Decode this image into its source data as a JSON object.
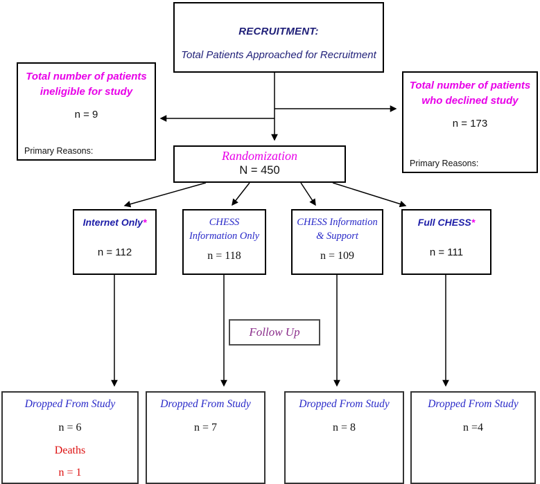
{
  "colors": {
    "navy_text": "#1f1f78",
    "magenta_text": "#e800e8",
    "blue_sans_text": "#1e1ea8",
    "blue_serif_text": "#2828c8",
    "purple_text": "#8b2e8b",
    "red_text": "#dd1111",
    "line": "#000000"
  },
  "recruitment": {
    "title": "RECRUITMENT:",
    "subtitle": "Total Patients Approached for Recruitment"
  },
  "ineligible": {
    "title_line1": "Total number of patients",
    "title_line2": "ineligible for study",
    "n": "n = 9",
    "reasons_label": "Primary Reasons:"
  },
  "declined": {
    "title_line1": "Total number of patients",
    "title_line2": "who declined study",
    "n": "n = 173",
    "reasons_label": "Primary Reasons:"
  },
  "randomization": {
    "title": "Randomization",
    "n": "N = 450"
  },
  "arms": [
    {
      "name": "Internet Only",
      "asterisk": "*",
      "n": "n = 112"
    },
    {
      "name": "CHESS Information Only",
      "n": "n = 118"
    },
    {
      "name": "CHESS Information & Support",
      "n": "n = 109"
    },
    {
      "name": "Full CHESS",
      "asterisk": "*",
      "n": "n = 111"
    }
  ],
  "follow_up": {
    "label": "Follow Up"
  },
  "dropout": [
    {
      "title": "Dropped From Study",
      "n": "n = 6",
      "deaths_label": "Deaths",
      "deaths_n": "n = 1"
    },
    {
      "title": "Dropped From Study",
      "n": "n = 7"
    },
    {
      "title": "Dropped From Study",
      "n": "n = 8"
    },
    {
      "title": "Dropped From Study",
      "n": "n =4"
    }
  ]
}
